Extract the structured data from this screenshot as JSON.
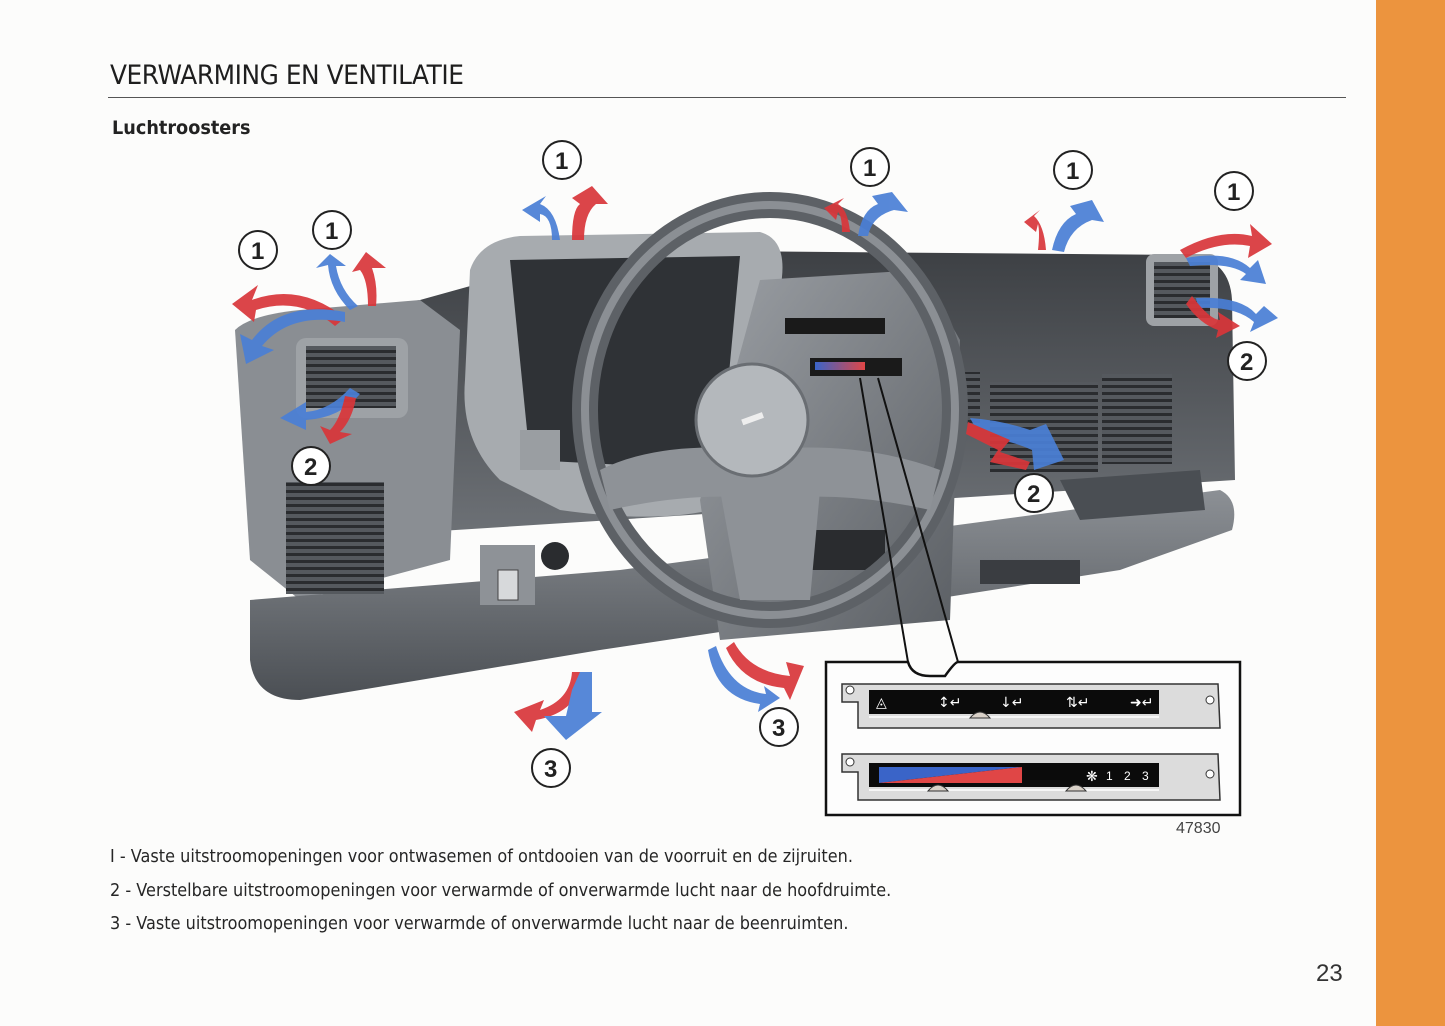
{
  "page": {
    "title": "VERWARMING EN VENTILATIE",
    "subtitle": "Luchtroosters",
    "page_number": "23",
    "accent_color": "#ec943e"
  },
  "figure": {
    "number": "47830",
    "description": "Illustration of car dashboard showing air vents with red (warm) and blue (cold) airflow arrows",
    "callouts": [
      {
        "label": "1",
        "meaning": "defrost vent"
      },
      {
        "label": "2",
        "meaning": "adjustable vent"
      },
      {
        "label": "3",
        "meaning": "footwell vent"
      }
    ],
    "airflow_colors": {
      "warm": "#d9363a",
      "cold": "#4a7fd6"
    },
    "control_panel": {
      "distribution_icons": [
        "defrost-icon",
        "face-feet-icon",
        "feet-icon",
        "windscreen-feet-icon",
        "face-icon"
      ],
      "fan_icon": "fan-icon",
      "fan_speeds": [
        "1",
        "2",
        "3"
      ],
      "temperature_gradient": [
        "#3a64c8",
        "#e04646"
      ]
    }
  },
  "legend": [
    "I - Vaste uitstroomopeningen voor ontwasemen of ontdooien van de voorruit en de zijruiten.",
    "2 - Verstelbare uitstroomopeningen voor verwarmde of onverwarmde lucht naar de hoofdruimte.",
    "3 - Vaste uitstroomopeningen voor verwarmde of onverwarmde lucht naar de beenruimten."
  ]
}
